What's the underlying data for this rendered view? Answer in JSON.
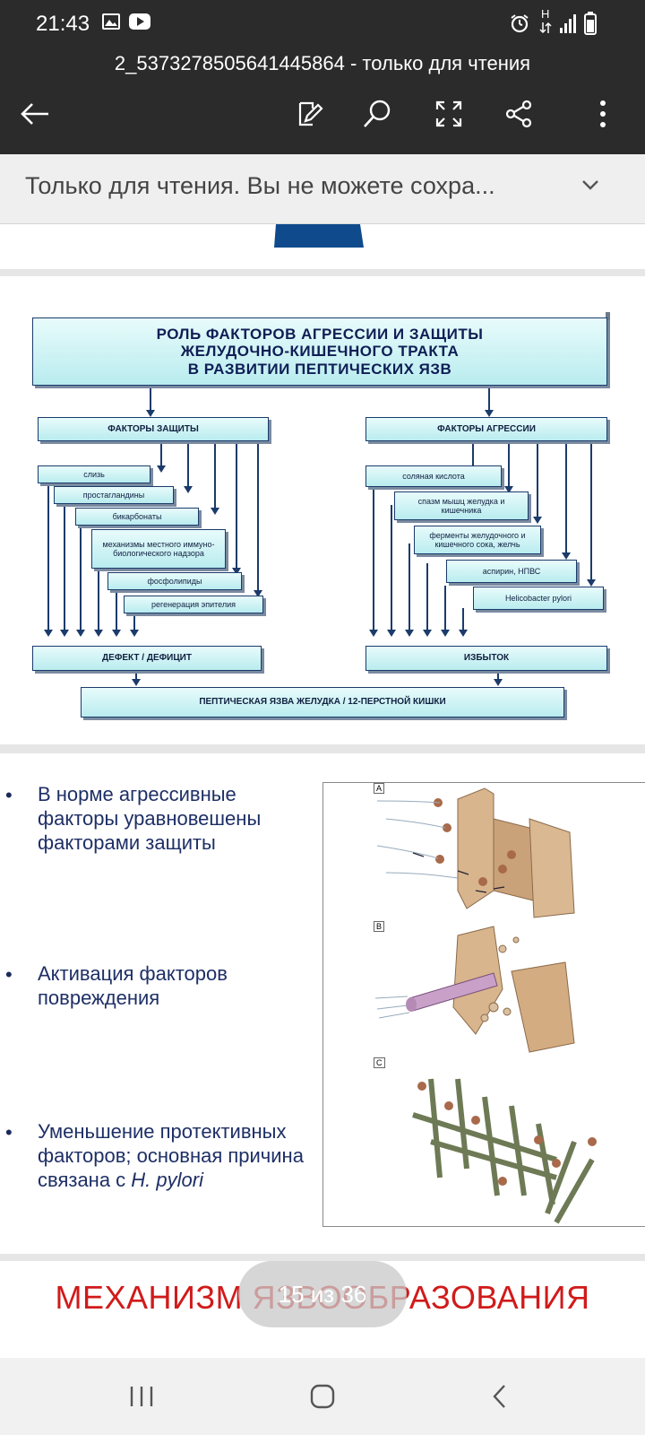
{
  "status": {
    "time": "21:43",
    "network": "H"
  },
  "toolbar": {
    "title": "2_5373278505641445864 - только для чтения"
  },
  "banner": {
    "text": "Только для чтения. Вы не можете сохра..."
  },
  "diagram": {
    "title_lines": [
      "РОЛЬ   ФАКТОРОВ   АГРЕССИИ   И   ЗАЩИТЫ",
      "ЖЕЛУДОЧНО-КИШЕЧНОГО   ТРАКТА",
      "В   РАЗВИТИИ   ПЕПТИЧЕСКИХ   ЯЗВ"
    ],
    "protection_header": "ФАКТОРЫ  ЗАЩИТЫ",
    "aggression_header": "ФАКТОРЫ  АГРЕССИИ",
    "protection_items": [
      "слизь",
      "простагландины",
      "бикарбонаты",
      "механизмы местного иммуно-биологического надзора",
      "фосфолипиды",
      "регенерация  эпителия"
    ],
    "aggression_items": [
      "соляная кислота",
      "спазм  мышц желудка и кишечника",
      "ферменты желудочного и кишечного сока, желчь",
      "аспирин, НПВС",
      "Helicobacter pylori"
    ],
    "deficit": "ДЕФЕКТ / ДЕФИЦИТ",
    "excess": "ИЗБЫТОК",
    "result": "ПЕПТИЧЕСКАЯ ЯЗВА ЖЕЛУДКА / 12-ПЕРСТНОЙ КИШКИ"
  },
  "slide2": {
    "bullets": [
      {
        "text": "В норме агрессивные факторы уравновешены факторами защиты"
      },
      {
        "text": "Активация факторов повреждения"
      },
      {
        "text_before": "Уменьшение протективных факторов; основная причина связана с ",
        "italic": "H. pylori"
      }
    ],
    "panel_labels": [
      "A",
      "B",
      "C"
    ]
  },
  "page_indicator": "15 из 36",
  "next_slide_title": "МЕХАНИЗМ ЯЗВООБРАЗОВАНИЯ",
  "colors": {
    "bar": "#2b2b2b",
    "red_title": "#d11a1a",
    "navy": "#1e2f66"
  }
}
